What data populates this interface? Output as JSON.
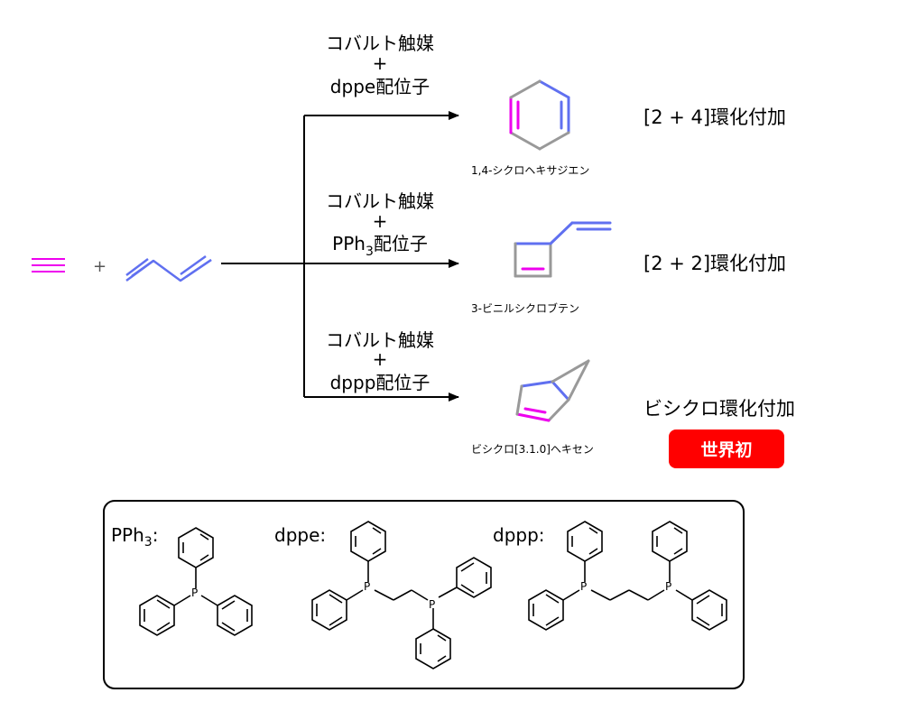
{
  "reactants": {
    "plus": "+"
  },
  "conditions": [
    {
      "catalyst": "コバルト触媒",
      "plus": "+",
      "ligand_main": "dppe",
      "ligand_sub": "",
      "ligand_suffix": "配位子"
    },
    {
      "catalyst": "コバルト触媒",
      "plus": "+",
      "ligand_main": "PPh",
      "ligand_sub": "3",
      "ligand_suffix": "配位子"
    },
    {
      "catalyst": "コバルト触媒",
      "plus": "+",
      "ligand_main": "dppp",
      "ligand_sub": "",
      "ligand_suffix": "配位子"
    }
  ],
  "products": [
    {
      "label": "1,4-シクロヘキサジエン",
      "reaction": "[2 + 4]環化付加"
    },
    {
      "label": "3-ビニルシクロブテン",
      "reaction": "[2 + 2]環化付加"
    },
    {
      "label": "ビシクロ[3.1.0]ヘキセン",
      "reaction": "ビシクロ環化付加"
    }
  ],
  "badge": {
    "text": "世界初",
    "color": "#ff0000"
  },
  "ligands_box": {
    "pph3": {
      "main": "PPh",
      "sub": "3",
      "colon": ":"
    },
    "dppe": {
      "name": "dppe:"
    },
    "dppp": {
      "name": "dppp:"
    },
    "atom_p": "P"
  },
  "colors": {
    "alkyne": "#ee00ee",
    "diene": "#6070f0",
    "ring_gray": "#999999",
    "arrow": "#000000"
  }
}
